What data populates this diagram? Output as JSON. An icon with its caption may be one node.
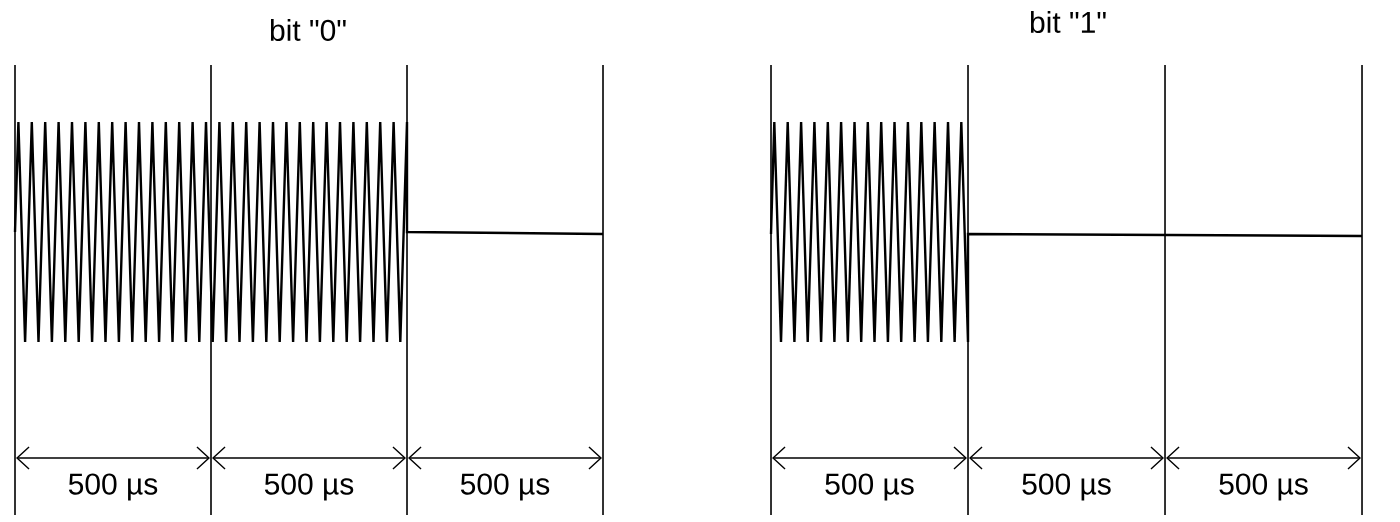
{
  "diagram": {
    "labels": [
      "bit \"0\"",
      "bit \"1\"",
      "500 µs",
      "500 µs",
      "500 µs",
      "500 µs",
      "500 µs",
      "500 µs"
    ]
  }
}
